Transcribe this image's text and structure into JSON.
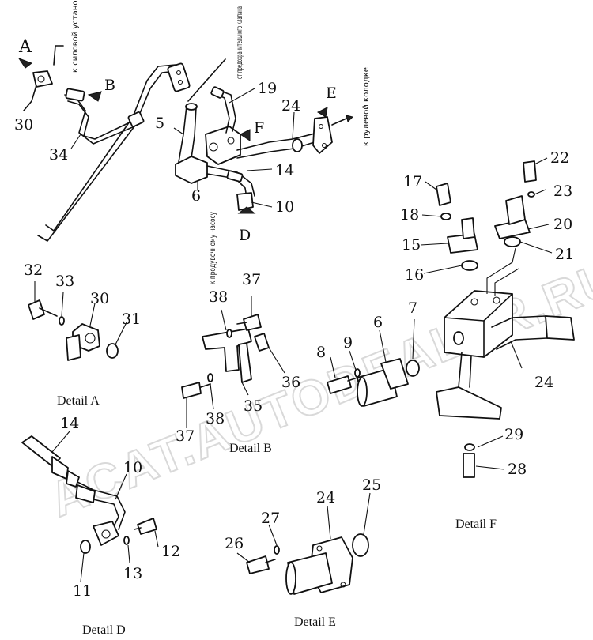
{
  "watermark": "ACAT.AUTODEALER.RU",
  "view_letters": {
    "a": "A",
    "b": "B",
    "d": "D",
    "e": "E",
    "f": "F"
  },
  "notes": {
    "to_power_unit": "к силовой установке",
    "to_relief_valve": "от предохранительного клапана",
    "to_steering_block": "к рулевой колодке",
    "to_scavenge_pump": "к продувочному насосу"
  },
  "details": {
    "a": "Detail A",
    "b": "Detail B",
    "d": "Detail D",
    "e": "Detail E",
    "f": "Detail F"
  },
  "callouts": {
    "main": [
      "30",
      "34",
      "5",
      "19",
      "24",
      "6",
      "14",
      "10"
    ],
    "detail_a": [
      "32",
      "33",
      "30",
      "31"
    ],
    "detail_b": [
      "38",
      "37",
      "36",
      "35",
      "38",
      "37"
    ],
    "detail_d": [
      "14",
      "10",
      "12",
      "13",
      "11"
    ],
    "detail_e": [
      "24",
      "25",
      "27",
      "26"
    ],
    "detail_f": [
      "17",
      "18",
      "15",
      "16",
      "22",
      "23",
      "20",
      "21",
      "7",
      "6",
      "9",
      "8",
      "24",
      "29",
      "28"
    ]
  }
}
